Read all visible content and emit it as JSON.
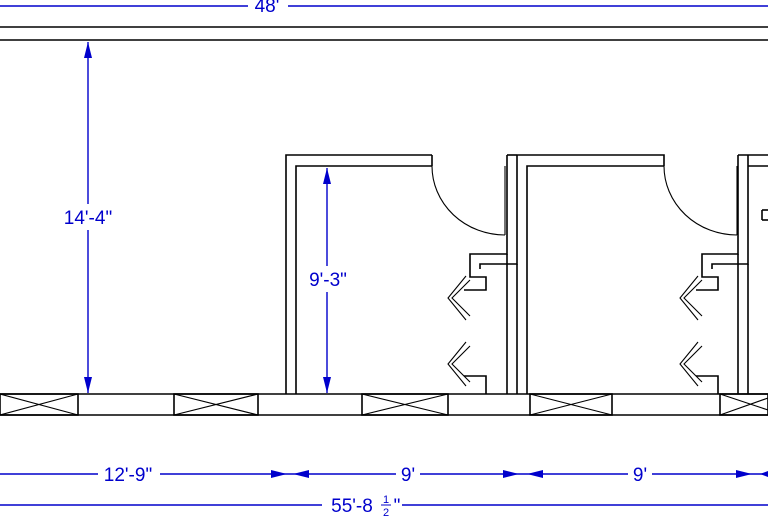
{
  "dimensions": {
    "top_overall": "48'",
    "left_height": "14'-4\"",
    "room_height": "9'-3\"",
    "bottom_segment_1": "12'-9\"",
    "bottom_segment_2": "9'",
    "bottom_segment_3": "9'",
    "overall_whole": "55'-8",
    "overall_frac_num": "1",
    "overall_frac_den": "2",
    "overall_inch": "\""
  },
  "colors": {
    "dimension": "#0000cc",
    "line": "#000000",
    "background": "#ffffff"
  }
}
